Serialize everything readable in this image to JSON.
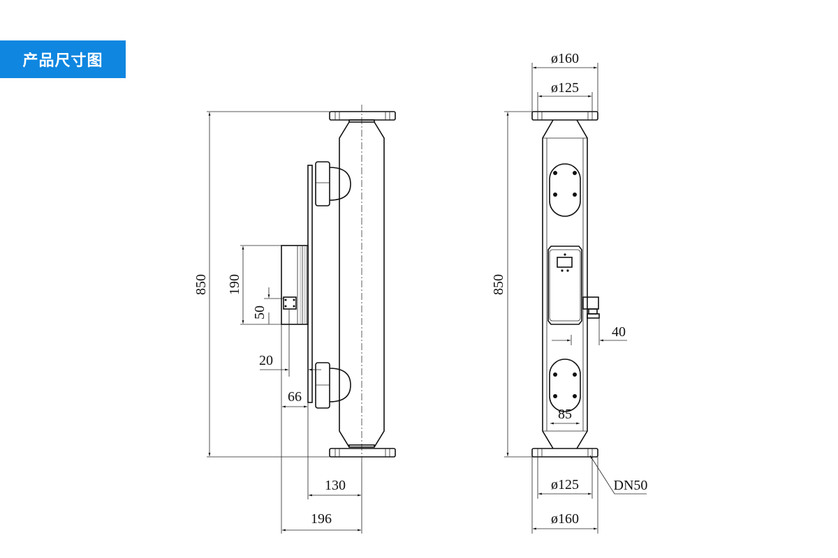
{
  "header": {
    "title": "产品尺寸图"
  },
  "colors": {
    "accent": "#0f86e0"
  },
  "side_view": {
    "dims": {
      "height": "850",
      "transmitter_height": "190",
      "terminal": "50",
      "offset_20": "20",
      "width_66": "66",
      "width_130": "130",
      "width_196": "196"
    }
  },
  "front_view": {
    "dims": {
      "flange_outer_top": "ø160",
      "flange_bolt_top": "ø125",
      "height": "850",
      "connector_40": "40",
      "panel_85": "85",
      "flange_bolt_bottom": "ø125",
      "flange_outer_bottom": "ø160",
      "nominal": "DN50"
    }
  }
}
